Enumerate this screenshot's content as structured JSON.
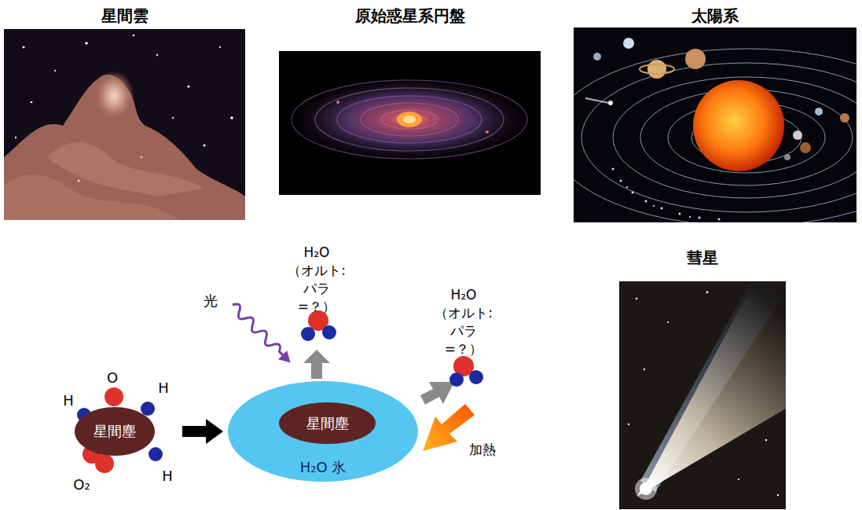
{
  "diagram": {
    "nodes": [
      {
        "text": [
          "星間雲"
        ]
      },
      {
        "text": [
          "原始惑星系円盤"
        ]
      },
      {
        "text": [
          "太陽系"
        ]
      },
      {
        "text": [
          "星間塵"
        ]
      },
      {
        "text": [
          "H₂O 氷"
        ]
      },
      {
        "text": [
          "星間塵"
        ],
        "in": 4
      },
      {
        "text": [
          "彗星"
        ]
      }
    ],
    "edges": [
      {
        "from": 3,
        "to": 4,
        "arrow": "to"
      }
    ],
    "labels": [
      "光",
      "H₂O （オルト:パラ=？）",
      "H₂O （オルト:パラ=？）",
      "加熱",
      "O",
      "H",
      "H",
      "H",
      "O₂"
    ]
  }
}
